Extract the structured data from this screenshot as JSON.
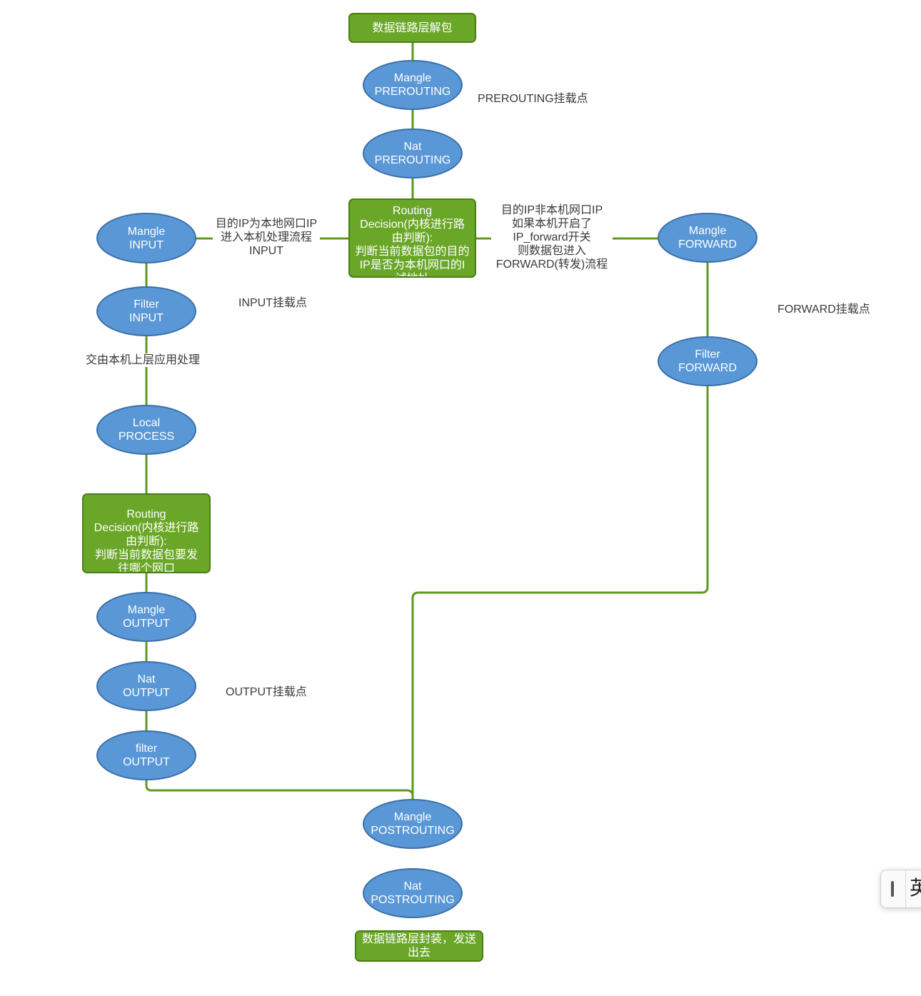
{
  "nodes": {
    "dl_unpack": "数据链路层解包",
    "mangle_prerouting": "Mangle\nPREROUTING",
    "nat_prerouting": "Nat\nPREROUTING",
    "routing_decision_1": "Routing\nDecision(内核进行路\n由判断):\n判断当前数据包的目的\nIP是否为本机网口的I\n试地址",
    "mangle_input": "Mangle\nINPUT",
    "filter_input": "Filter\nINPUT",
    "local_process": "Local\nPROCESS",
    "routing_decision_2": "Routing\nDecision(内核进行路\n由判断):\n判断当前数据包要发\n往哪个网口",
    "mangle_output": "Mangle\nOUTPUT",
    "nat_output": "Nat\nOUTPUT",
    "filter_output": "filter\nOUTPUT",
    "mangle_forward": "Mangle\nFORWARD",
    "filter_forward": "Filter\nFORWARD",
    "mangle_postrouting": "Mangle\nPOSTROUTING",
    "nat_postrouting": "Nat\nPOSTROUTING",
    "dl_encap": "数据链路层封装，发送\n出去"
  },
  "labels": {
    "prerouting_hook": "PREROUTING挂载点",
    "input_edge": "目的IP为本地网口IP\n进入本机处理流程\nINPUT",
    "forward_edge": "目的IP非本机网口IP\n如果本机开启了\nIP_forward开关\n则数据包进入\nFORWARD(转发)流程",
    "input_hook": "INPUT挂载点",
    "upper_app": "交由本机上层应用处理",
    "forward_hook": "FORWARD挂载点",
    "output_hook": "OUTPUT挂载点"
  },
  "ime": {
    "char": "英"
  },
  "colors": {
    "ellipse_fill": "#5a97d6",
    "ellipse_border": "#3a6fa8",
    "rect_fill": "#6aa728",
    "rect_border": "#4a7e15",
    "connector": "#5e9a1e"
  }
}
